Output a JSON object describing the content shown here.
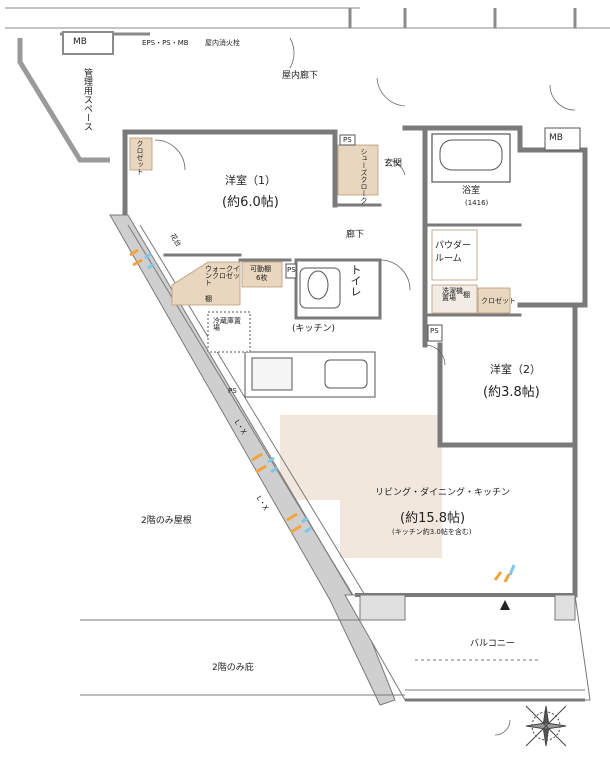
{
  "rooms": {
    "mb_top": "MB",
    "eps": "EPS・PS・MB",
    "fire_hydrant": "屋内消火栓",
    "corridor_indoor": "屋内廊下",
    "management_space": "管理用スペース",
    "mb_right": "MB",
    "closet_1": "クロゼット",
    "ps_1": "PS",
    "shoes_cloak": "シューズクローク",
    "entrance": "玄関",
    "bathroom": "浴室",
    "bathroom_size": "(1416)",
    "western_room_1": "洋室（1）",
    "western_room_1_size": "(約6.0帖)",
    "hallway": "廊下",
    "powder_room": "パウダールーム",
    "walk_in_closet": "ウォークインクロゼット",
    "movable_shelf": "可動棚",
    "movable_shelf_count": "6枚",
    "ps_2": "PS",
    "toilet": "トイレ",
    "shelf_1": "棚",
    "shelf_2": "棚",
    "washing_machine": "洗濯機置場",
    "closet_2": "クロゼット",
    "fridge": "冷蔵庫置場",
    "kitchen": "(キッチン)",
    "ps_3": "PS",
    "ps_4": "PS",
    "western_room_2": "洋室（2）",
    "western_room_2_size": "(約3.8帖)",
    "ldk": "リビング・ダイニング・キッチン",
    "ldk_size": "(約15.8帖)",
    "ldk_note": "(キッチン約3.0帖を含む)",
    "roof_2f": "2階のみ屋根",
    "eaves_2f": "2階のみ庇",
    "balcony": "バルコニー",
    "flowerbox_1": "花台",
    "flowerbox_2": "L・X",
    "flowerbox_3": "L・X"
  },
  "colors": {
    "wall": "#7a7a7a",
    "floor_ldk": "#f1e7dc",
    "shelf": "#e8d6bf",
    "window": "#7ec6e8",
    "sun": "#f3a33b",
    "line": "#555555"
  }
}
